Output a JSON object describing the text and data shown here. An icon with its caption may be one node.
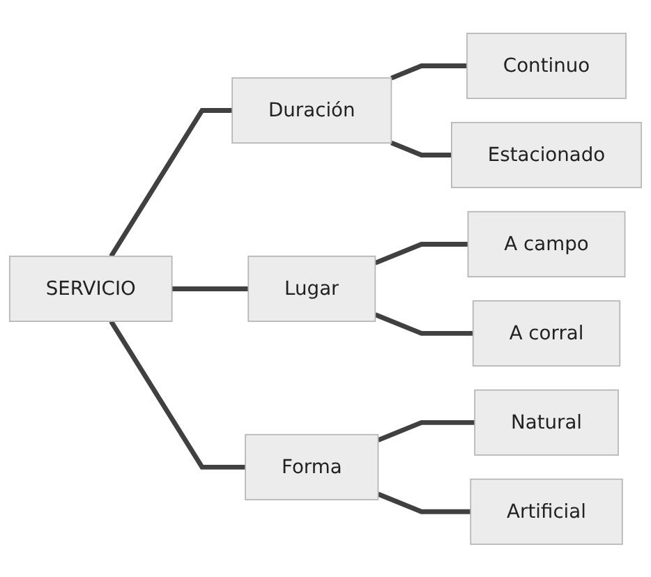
{
  "diagram": {
    "nodes": [
      {
        "text": [
          "SERVICIO"
        ]
      },
      {
        "text": [
          "Duración"
        ]
      },
      {
        "text": [
          "Continuo"
        ]
      },
      {
        "text": [
          "Estacionado"
        ]
      },
      {
        "text": [
          "Lugar"
        ]
      },
      {
        "text": [
          "A campo"
        ]
      },
      {
        "text": [
          "A corral"
        ]
      },
      {
        "text": [
          "Forma"
        ]
      },
      {
        "text": [
          "Natural"
        ]
      },
      {
        "text": [
          "Artificial"
        ]
      }
    ],
    "edges": [
      {
        "from": 0,
        "to": 1,
        "arrow": "none"
      },
      {
        "from": 0,
        "to": 4,
        "arrow": "none"
      },
      {
        "from": 0,
        "to": 7,
        "arrow": "none"
      },
      {
        "from": 1,
        "to": 2,
        "arrow": "none"
      },
      {
        "from": 1,
        "to": 3,
        "arrow": "none"
      },
      {
        "from": 4,
        "to": 5,
        "arrow": "none"
      },
      {
        "from": 4,
        "to": 6,
        "arrow": "none"
      },
      {
        "from": 7,
        "to": 8,
        "arrow": "none"
      },
      {
        "from": 7,
        "to": 9,
        "arrow": "none"
      }
    ]
  }
}
